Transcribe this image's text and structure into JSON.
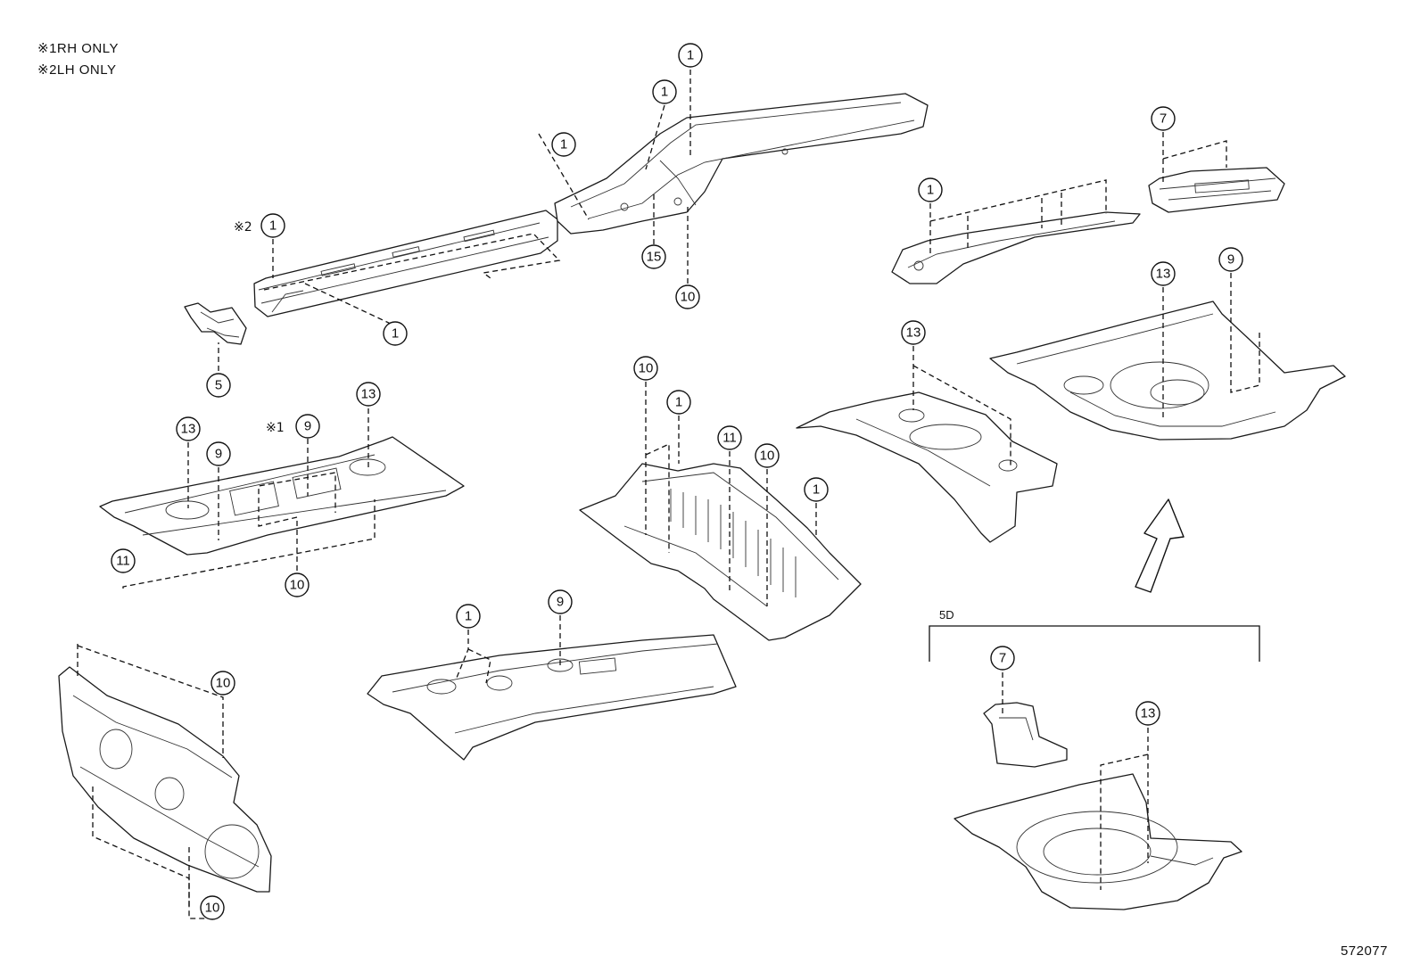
{
  "notes": [
    {
      "mark": "※1",
      "text": "RH ONLY"
    },
    {
      "mark": "※2",
      "text": "LH ONLY"
    }
  ],
  "drawing_number": "572077",
  "variant_label": "5D",
  "callouts": [
    {
      "id": "c-rail-top",
      "num": "1"
    },
    {
      "id": "c-rail-mid",
      "num": "1"
    },
    {
      "id": "c-rail-left",
      "num": "1"
    },
    {
      "id": "c-rail-lh",
      "num": "1",
      "mark": "※2"
    },
    {
      "id": "c-rail-bottom",
      "num": "1"
    },
    {
      "id": "c-rail-15",
      "num": "15"
    },
    {
      "id": "c-rail-10",
      "num": "10"
    },
    {
      "id": "c-bracket-5",
      "num": "5"
    },
    {
      "id": "c-rear-rail-1",
      "num": "1"
    },
    {
      "id": "c-rear-7",
      "num": "7"
    },
    {
      "id": "c-rearpan-13",
      "num": "13"
    },
    {
      "id": "c-rearpan-9",
      "num": "9"
    },
    {
      "id": "c-frontpan-13a",
      "num": "13"
    },
    {
      "id": "c-frontpan-9",
      "num": "9"
    },
    {
      "id": "c-frontpan-9rh",
      "num": "9",
      "mark": "※1"
    },
    {
      "id": "c-frontpan-13b",
      "num": "13"
    },
    {
      "id": "c-frontpan-11",
      "num": "11"
    },
    {
      "id": "c-frontpan-10",
      "num": "10"
    },
    {
      "id": "c-centerpan-10a",
      "num": "10"
    },
    {
      "id": "c-centerpan-1a",
      "num": "1"
    },
    {
      "id": "c-centerpan-11",
      "num": "11"
    },
    {
      "id": "c-centerpan-10b",
      "num": "10"
    },
    {
      "id": "c-centerpan-1b",
      "num": "1"
    },
    {
      "id": "c-midpan-13",
      "num": "13"
    },
    {
      "id": "c-floor-1",
      "num": "1"
    },
    {
      "id": "c-floor-9",
      "num": "9"
    },
    {
      "id": "c-dash-10a",
      "num": "10"
    },
    {
      "id": "c-dash-10b",
      "num": "10"
    },
    {
      "id": "c-5d-7",
      "num": "7"
    },
    {
      "id": "c-5d-13",
      "num": "13"
    }
  ]
}
